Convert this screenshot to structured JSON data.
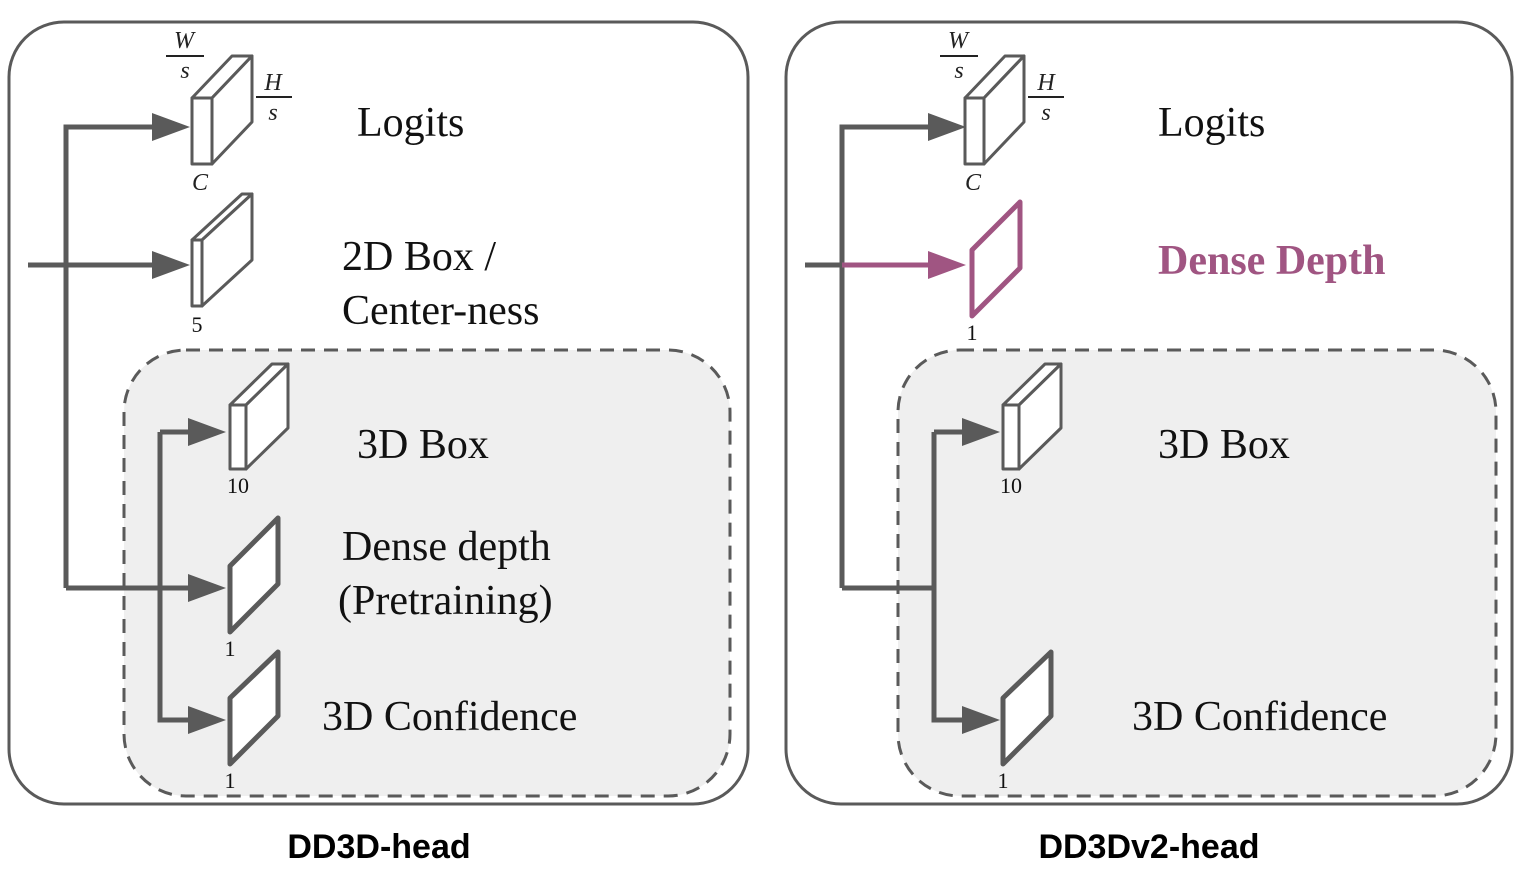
{
  "colors": {
    "line": "#5a5a5a",
    "accent": "#a05582",
    "dashed_fill": "#efefef"
  },
  "left": {
    "caption": "DD3D-head",
    "logits_label": "Logits",
    "logits_dim_w": "W",
    "logits_dim_h": "H",
    "logits_dim_s": "s",
    "logits_channel": "C",
    "box2d_label_line1": "2D Box /",
    "box2d_label_line2": "Center-ness",
    "box2d_channel": "5",
    "box3d_label": "3D Box",
    "box3d_channel": "10",
    "depth_label_line1": "Dense depth",
    "depth_label_line2": "(Pretraining)",
    "depth_channel": "1",
    "conf_label": "3D Confidence",
    "conf_channel": "1"
  },
  "right": {
    "caption": "DD3Dv2-head",
    "logits_label": "Logits",
    "logits_dim_w": "W",
    "logits_dim_h": "H",
    "logits_dim_s": "s",
    "logits_channel": "C",
    "depth_label": "Dense Depth",
    "depth_channel": "1",
    "box3d_label": "3D Box",
    "box3d_channel": "10",
    "conf_label": "3D Confidence",
    "conf_channel": "1"
  }
}
